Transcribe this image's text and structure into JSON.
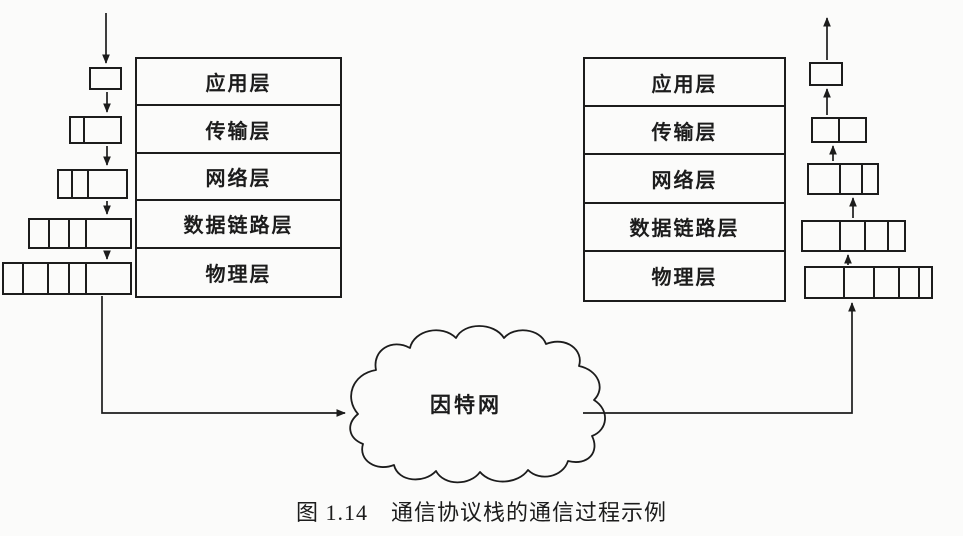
{
  "caption": "图 1.14　通信协议栈的通信过程示例",
  "cloud": {
    "label": "因特网"
  },
  "left_stack": {
    "layers": [
      "应用层",
      "传输层",
      "网络层",
      "数据链路层",
      "物理层"
    ]
  },
  "right_stack": {
    "layers": [
      "应用层",
      "传输层",
      "网络层",
      "数据链路层",
      "物理层"
    ]
  },
  "packets": {
    "left_cells_per_layer_top_to_bottom": [
      1,
      2,
      3,
      4,
      5
    ],
    "right_cells_per_layer_top_to_bottom": [
      1,
      2,
      3,
      4,
      5
    ]
  },
  "flow": {
    "left_direction": "down",
    "right_direction": "up"
  },
  "colors": {
    "line": "#1c1c1c",
    "background": "#fbfbfa"
  }
}
